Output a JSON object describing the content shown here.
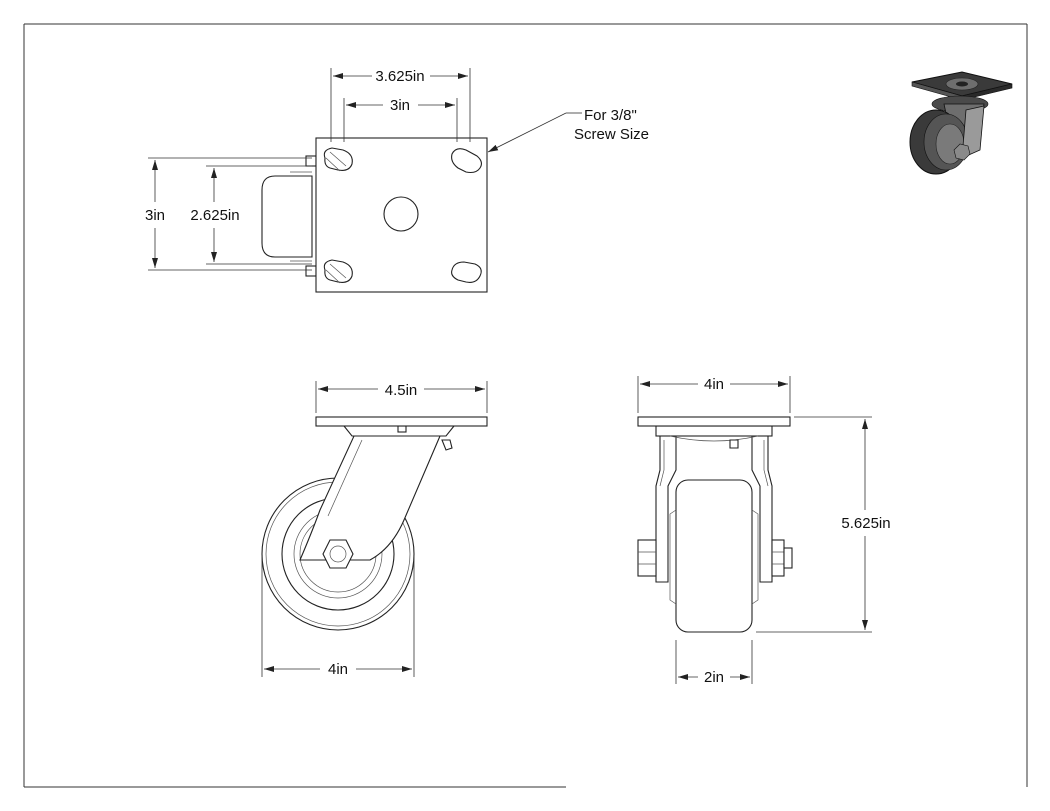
{
  "dimensions": {
    "top_mount_width": "3.625in",
    "top_hole_spacing": "3in",
    "top_height_outer": "3in",
    "top_height_inner": "2.625in",
    "side_plate_width": "4.5in",
    "side_wheel_diameter": "4in",
    "front_plate_width": "4in",
    "front_total_height": "5.625in",
    "front_wheel_width": "2in"
  },
  "note": {
    "line1": "For 3/8\"",
    "line2": "Screw Size"
  },
  "colors": {
    "line": "#222222",
    "thumbnail_dark": "#3a3a3a",
    "thumbnail_mid": "#6e6e6e",
    "thumbnail_light": "#9a9a9a"
  }
}
